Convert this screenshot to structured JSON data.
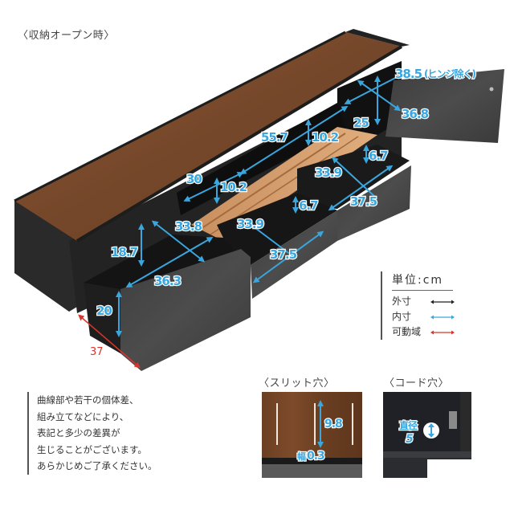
{
  "header": {
    "title": "〈収納オープン時〉"
  },
  "illustration": {
    "description": "TV board with drawers and flap door open, internal dimensions annotated",
    "colors": {
      "wood_top": "#7a4a2a",
      "body_dark": "#2b2b2b",
      "drawer_front": "#4a4a4a",
      "inner_dimension": "#3aa6dd",
      "range_of_motion": "#d9342b",
      "outer_dimension": "#222222"
    },
    "dimensions": {
      "right_cabinet_width": "38.5",
      "right_cabinet_width_note": "(ヒンジ除く)",
      "right_cabinet_depth": "36.8",
      "right_cabinet_height": "25",
      "center_shelf_width": "55.7",
      "center_shelf_height": "10.2",
      "left_shelf_width": "30",
      "left_shelf_height": "10.2",
      "right_drawer_height": "6.7",
      "right_drawer_width": "33.9",
      "right_drawer_depth": "37.5",
      "center_drawer_height": "6.7",
      "center_drawer_width": "33.9",
      "center_drawer_depth": "37.5",
      "left_drawer_width": "33.8",
      "left_drawer_height": "18.7",
      "left_drawer_depth": "36.3",
      "left_drawer_front_height": "20",
      "drawer_travel": "37"
    }
  },
  "legend": {
    "unit_label": "単位:cm",
    "items": [
      {
        "label": "外寸",
        "color": "#222222",
        "meaning": "outer dimension"
      },
      {
        "label": "内寸",
        "color": "#3aa6dd",
        "meaning": "inner dimension"
      },
      {
        "label": "可動域",
        "color": "#d9342b",
        "meaning": "range of motion"
      }
    ]
  },
  "note": {
    "lines": [
      "曲線部や若干の個体差、",
      "組み立てなどにより、",
      "表記と多少の差異が",
      "生じることがございます。",
      "あらかじめご了承ください。"
    ]
  },
  "slit_detail": {
    "title": "〈スリット穴〉",
    "height_value": "9.8",
    "width_label": "幅",
    "width_value": "0.3"
  },
  "cord_detail": {
    "title": "〈コード穴〉",
    "diameter_label": "直径",
    "diameter_value": "5"
  }
}
